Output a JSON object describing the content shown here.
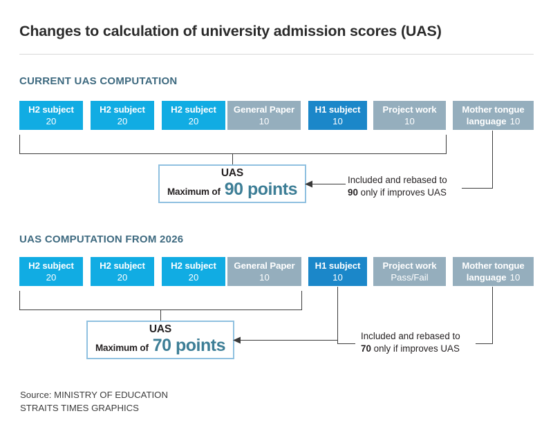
{
  "title": "Changes to calculation of university admission scores (UAS)",
  "sections": [
    {
      "heading": "CURRENT UAS COMPUTATION",
      "boxes": [
        {
          "label": "H2 subject",
          "value": "20",
          "style": "h2"
        },
        {
          "label": "H2 subject",
          "value": "20",
          "style": "h2"
        },
        {
          "label": "H2 subject",
          "value": "20",
          "style": "h2"
        },
        {
          "label": "General Paper",
          "value": "10",
          "style": "gray"
        },
        {
          "label": "H1 subject",
          "value": "10",
          "style": "h1"
        },
        {
          "label": "Project work",
          "value": "10",
          "style": "gray"
        },
        {
          "label": "Mother tongue",
          "label2": "language",
          "value": "10",
          "style": "gray"
        }
      ],
      "result": {
        "title": "UAS",
        "prefix": "Maximum of",
        "points": "90 points"
      },
      "annotation": {
        "line1": "Included and rebased to",
        "bold": "90",
        "line2_rest": " only if improves UAS"
      }
    },
    {
      "heading": "UAS COMPUTATION FROM 2026",
      "boxes": [
        {
          "label": "H2 subject",
          "value": "20",
          "style": "h2"
        },
        {
          "label": "H2 subject",
          "value": "20",
          "style": "h2"
        },
        {
          "label": "H2 subject",
          "value": "20",
          "style": "h2"
        },
        {
          "label": "General Paper",
          "value": "10",
          "style": "gray"
        },
        {
          "label": "H1 subject",
          "value": "10",
          "style": "h1"
        },
        {
          "label": "Project work",
          "value": "Pass/Fail",
          "style": "gray"
        },
        {
          "label": "Mother tongue",
          "label2": "language",
          "value": "10",
          "style": "gray"
        }
      ],
      "result": {
        "title": "UAS",
        "prefix": "Maximum of",
        "points": "70 points"
      },
      "annotation": {
        "line1": "Included and rebased to",
        "bold": "70",
        "line2_rest": " only if improves UAS"
      }
    }
  ],
  "source": {
    "line1": "Source: MINISTRY OF EDUCATION",
    "line2": "STRAITS TIMES GRAPHICS"
  },
  "colors": {
    "h2_blue": "#11ace3",
    "h1_blue": "#1b87c9",
    "gray_blue": "#95aebd",
    "heading_slate": "#3d697f",
    "points_teal": "#3d7e96",
    "uas_border": "#8fc0e0"
  }
}
